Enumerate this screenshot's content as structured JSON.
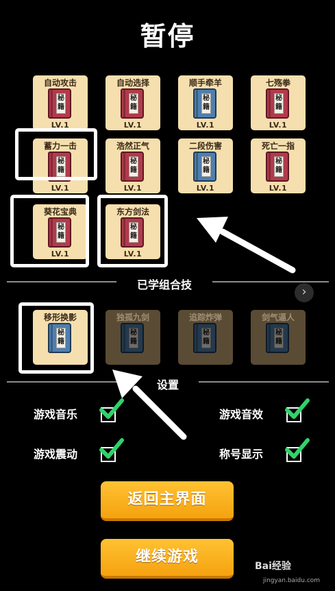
{
  "title": "暂停",
  "book_text": "秘籍",
  "skills": [
    {
      "name": "自动攻击",
      "level": "LV.1",
      "book": "red"
    },
    {
      "name": "自动选择",
      "level": "LV.1",
      "book": "red"
    },
    {
      "name": "顺手牵羊",
      "level": "LV.1",
      "book": "blue"
    },
    {
      "name": "七殇拳",
      "level": "LV.1",
      "book": "red"
    },
    {
      "name": "蓄力一击",
      "level": "LV.1",
      "book": "red"
    },
    {
      "name": "浩然正气",
      "level": "LV.1",
      "book": "red"
    },
    {
      "name": "二段伤害",
      "level": "LV.1",
      "book": "blue"
    },
    {
      "name": "死亡一指",
      "level": "LV.1",
      "book": "red"
    },
    {
      "name": "葵花宝典",
      "level": "LV.1",
      "book": "red"
    },
    {
      "name": "东方剑法",
      "level": "LV.1",
      "book": "red"
    }
  ],
  "combo_section_label": "已学组合技",
  "next_icon": "chevron-right-icon",
  "combos": [
    {
      "name": "移形换影",
      "locked": false
    },
    {
      "name": "独孤九剑",
      "locked": true
    },
    {
      "name": "追踪炸弹",
      "locked": true
    },
    {
      "name": "剑气逼人",
      "locked": true
    }
  ],
  "settings_label": "设置",
  "settings": [
    {
      "label": "游戏音乐",
      "checked": true
    },
    {
      "label": "游戏音效",
      "checked": true
    },
    {
      "label": "游戏震动",
      "checked": true
    },
    {
      "label": "称号显示",
      "checked": true
    }
  ],
  "buttons": {
    "main_menu": "返回主界面",
    "continue": "继续游戏"
  },
  "watermark": {
    "brand": "Bai经验",
    "url": "jingyan.baidu.com"
  },
  "colors": {
    "card": "#f6dfae",
    "book_red": "#b23a4c",
    "book_blue": "#4f7fae",
    "button": "#f5a20f",
    "check": "#2fd36a"
  }
}
